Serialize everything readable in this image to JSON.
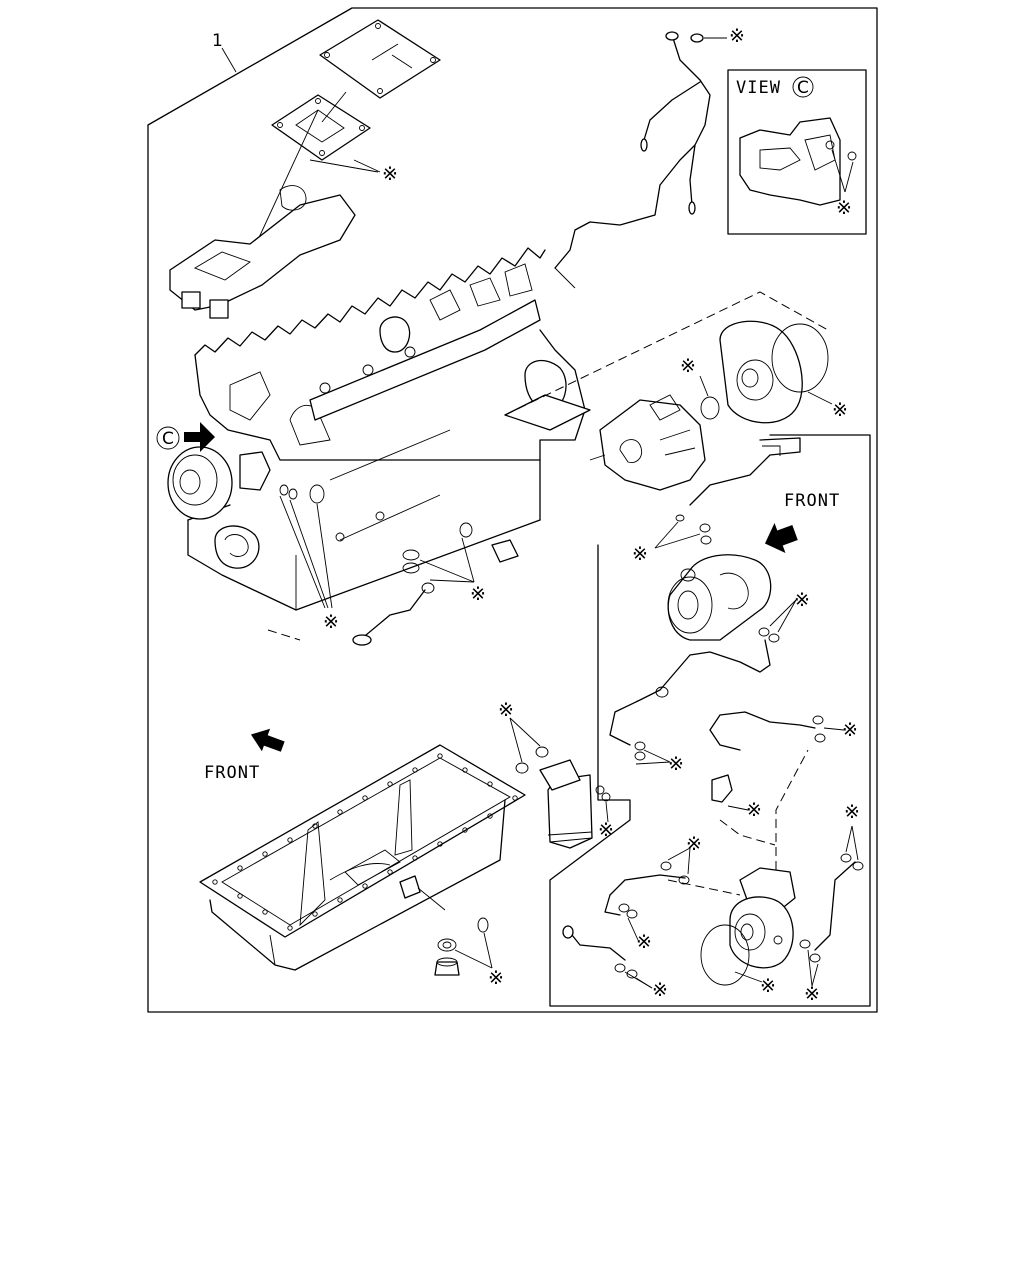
{
  "diagram": {
    "callout_number": "1",
    "view_label": "VIEW",
    "view_letter": "C",
    "front_label_right": "FRONT",
    "front_label_left": "FRONT",
    "view_marker_letter": "C",
    "asterisk_symbol": "※",
    "colors": {
      "ink": "#000000",
      "paper": "#ffffff"
    }
  }
}
